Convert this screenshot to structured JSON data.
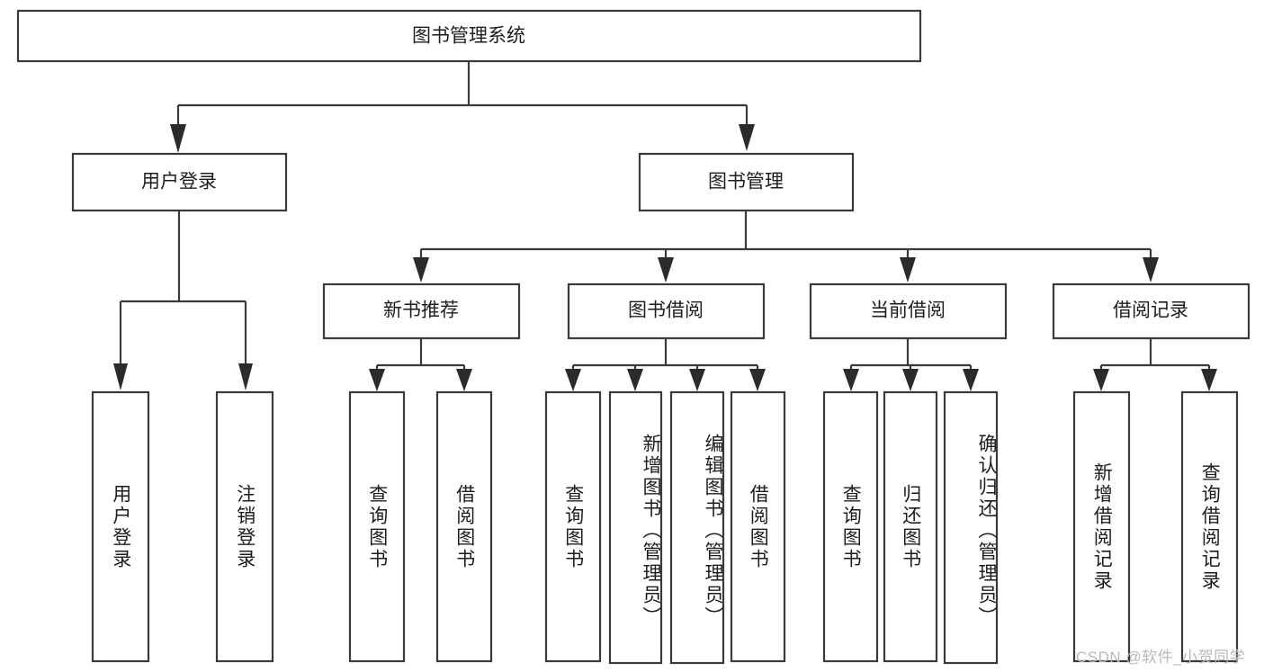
{
  "diagram": {
    "type": "tree",
    "title": "图书管理系统",
    "watermark": "CSDN @软件_小贺同学",
    "colors": {
      "box_stroke": "#3a3a3a",
      "box_fill": "#ffffff",
      "connector": "#3a3a3a",
      "text": "#1d1d1d",
      "watermark": "#b9b9b9",
      "background": "#ffffff"
    },
    "nodes": {
      "root": {
        "label": "图书管理系统"
      },
      "level1": [
        {
          "label": "用户登录"
        },
        {
          "label": "图书管理"
        }
      ],
      "level2": [
        {
          "label": "新书推荐"
        },
        {
          "label": "图书借阅"
        },
        {
          "label": "当前借阅"
        },
        {
          "label": "借阅记录"
        }
      ],
      "leaves": {
        "user_login": [
          {
            "label": "用户登录"
          },
          {
            "label": "注销登录"
          }
        ],
        "new_book_recommend": [
          {
            "label": "查询图书"
          },
          {
            "label": "借阅图书"
          }
        ],
        "book_borrow": [
          {
            "label": "查询图书"
          },
          {
            "label": "新增图书（管理员）"
          },
          {
            "label": "编辑图书（管理员）"
          },
          {
            "label": "借阅图书"
          }
        ],
        "current_borrow": [
          {
            "label": "查询图书"
          },
          {
            "label": "归还图书"
          },
          {
            "label": "确认归还（管理员）"
          }
        ],
        "borrow_record": [
          {
            "label": "新增借阅记录"
          },
          {
            "label": "查询借阅记录"
          }
        ]
      }
    }
  }
}
